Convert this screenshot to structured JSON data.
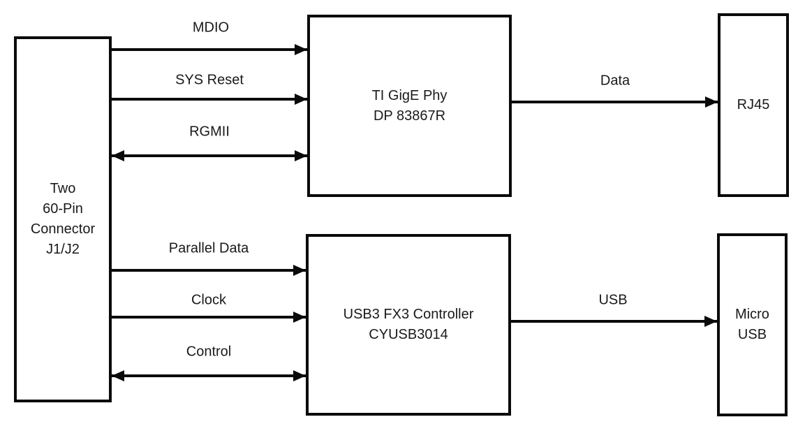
{
  "diagram": {
    "colors": {
      "background": "#ffffff",
      "line": "#0a0a0a",
      "text": "#1a1a1a"
    },
    "nodes": {
      "connector": {
        "lines": [
          "Two",
          "60-Pin",
          "Connector",
          "J1/J2"
        ]
      },
      "phy": {
        "lines": [
          "TI GigE Phy",
          "DP 83867R"
        ]
      },
      "usb_controller": {
        "lines": [
          "USB3 FX3 Controller",
          "CYUSB3014"
        ]
      },
      "rj45": {
        "lines": [
          "RJ45"
        ]
      },
      "micro_usb": {
        "lines": [
          "Micro",
          "USB"
        ]
      }
    },
    "edges": {
      "mdio": {
        "label": "MDIO",
        "from": "connector",
        "to": "phy",
        "direction": "right"
      },
      "sys_reset": {
        "label": "SYS Reset",
        "from": "connector",
        "to": "phy",
        "direction": "right"
      },
      "rgmii": {
        "label": "RGMII",
        "from": "connector",
        "to": "phy",
        "direction": "bidirectional"
      },
      "data": {
        "label": "Data",
        "from": "phy",
        "to": "rj45",
        "direction": "right"
      },
      "parallel_data": {
        "label": "Parallel Data",
        "from": "connector",
        "to": "usb_controller",
        "direction": "right"
      },
      "clock": {
        "label": "Clock",
        "from": "connector",
        "to": "usb_controller",
        "direction": "right"
      },
      "control": {
        "label": "Control",
        "from": "connector",
        "to": "usb_controller",
        "direction": "bidirectional"
      },
      "usb": {
        "label": "USB",
        "from": "usb_controller",
        "to": "micro_usb",
        "direction": "right"
      }
    }
  }
}
